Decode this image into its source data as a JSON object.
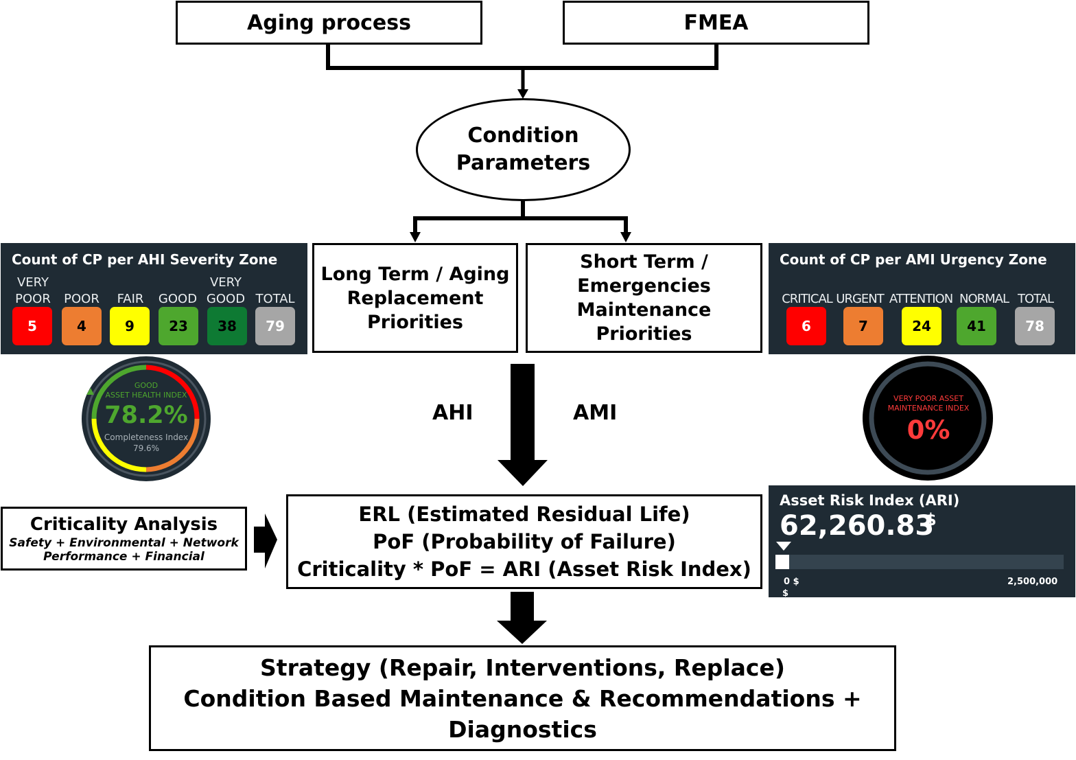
{
  "top_boxes": {
    "aging": "Aging process",
    "fmea": "FMEA"
  },
  "condition": {
    "line1": "Condition",
    "line2": "Parameters"
  },
  "long_term": {
    "line1": "Long Term / Aging",
    "line2": "Replacement",
    "line3": "Priorities"
  },
  "short_term": {
    "line1": "Short Term /",
    "line2": "Emergencies",
    "line3": "Maintenance",
    "line4": "Priorities"
  },
  "arrow_labels": {
    "left": "AHI",
    "right": "AMI"
  },
  "ahi_panel": {
    "title": "Count of CP per AHI Severity Zone",
    "zones": [
      {
        "label1": "VERY",
        "label2": "POOR",
        "value": "5",
        "color": "#ff0000",
        "text_color": "#ffffff"
      },
      {
        "label1": "",
        "label2": "POOR",
        "value": "4",
        "color": "#ed7d31",
        "text_color": "#000000"
      },
      {
        "label1": "",
        "label2": "FAIR",
        "value": "9",
        "color": "#ffff00",
        "text_color": "#000000"
      },
      {
        "label1": "",
        "label2": "GOOD",
        "value": "23",
        "color": "#4ea72e",
        "text_color": "#000000"
      },
      {
        "label1": "VERY",
        "label2": "GOOD",
        "value": "38",
        "color": "#0e7a33",
        "text_color": "#000000"
      },
      {
        "label1": "",
        "label2": "TOTAL",
        "value": "79",
        "color": "#a6a6a6",
        "text_color": "#ffffff"
      }
    ]
  },
  "ami_panel": {
    "title": "Count of CP per AMI Urgency Zone",
    "zones": [
      {
        "label": "CRITICAL",
        "value": "6",
        "color": "#ff0000",
        "text_color": "#ffffff"
      },
      {
        "label": "URGENT",
        "value": "7",
        "color": "#ed7d31",
        "text_color": "#000000"
      },
      {
        "label": "ATTENTION",
        "value": "24",
        "color": "#ffff00",
        "text_color": "#000000"
      },
      {
        "label": "NORMAL",
        "value": "41",
        "color": "#4ea72e",
        "text_color": "#000000"
      },
      {
        "label": "TOTAL",
        "value": "78",
        "color": "#a6a6a6",
        "text_color": "#ffffff"
      }
    ]
  },
  "ahi_gauge": {
    "status": "GOOD",
    "name": "ASSET HEALTH INDEX",
    "value": "78.2%",
    "completeness_label": "Completeness Index",
    "completeness_value": "79.6%",
    "level": 0.782
  },
  "ami_gauge": {
    "line1": "VERY POOR ASSET",
    "line2": "MAINTENANCE INDEX",
    "value": "0%"
  },
  "ari_panel": {
    "title": "Asset Risk Index (ARI)",
    "value": "62,260.83",
    "currency": "$",
    "min_label": "0 $",
    "min_label_extra": "$",
    "max_label": "2,500,000",
    "level": 0.025
  },
  "criticality": {
    "title": "Criticality Analysis",
    "line1": "Safety + Environmental + Network",
    "line2": "Performance + Financial"
  },
  "erl_box": {
    "line1": "ERL (Estimated Residual Life)",
    "line2": "PoF (Probability of Failure)",
    "line3": "Criticality * PoF = ARI (Asset Risk Index)"
  },
  "strategy": {
    "line1": "Strategy (Repair, Interventions, Replace)",
    "line2": "Condition Based Maintenance & Recommendations +",
    "line3": "Diagnostics"
  }
}
